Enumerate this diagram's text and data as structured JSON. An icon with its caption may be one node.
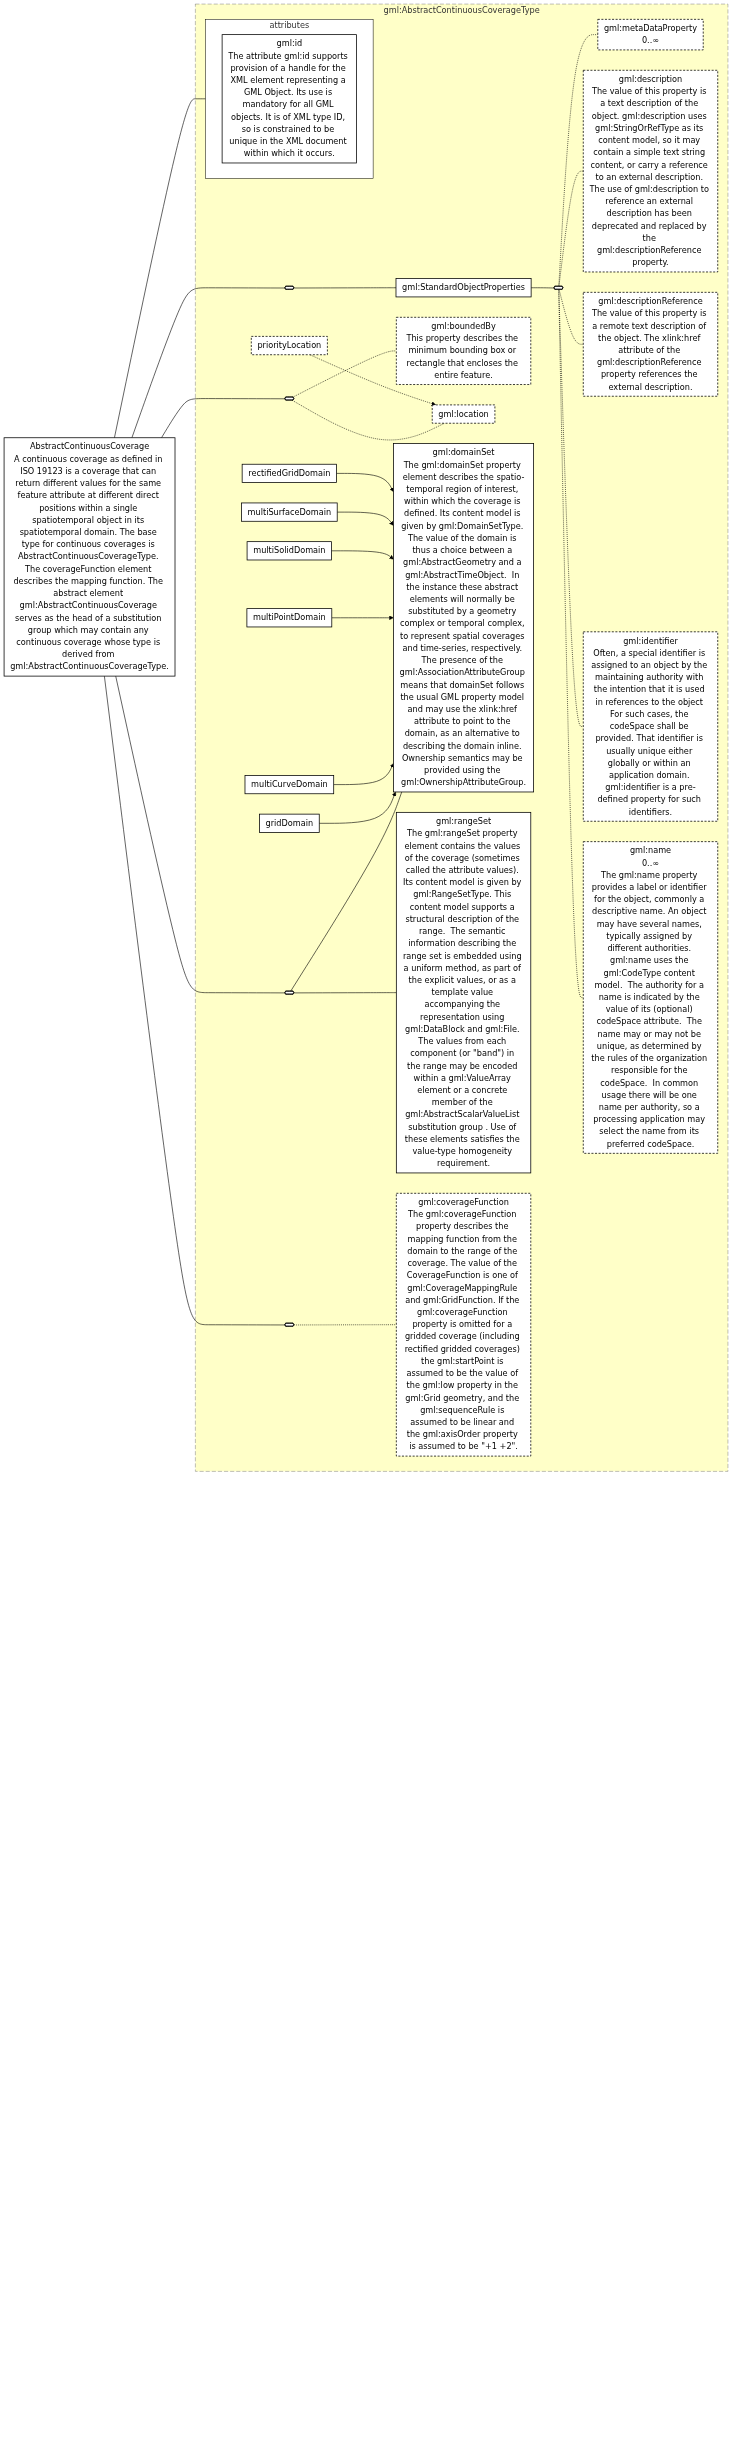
{
  "diagram": {
    "nodes": [
      {
        "text": [
          "AbstractContinuousCoverage",
          "A continuous coverage as defined in ISO 19123 is a coverage that can return different values for the same feature attribute at different direct positions within a single spatiotemporal object in its spatiotemporal domain. The base type for continuous coverages is AbstractContinuousCoverageType. The coverageFunction element describes the mapping function. The abstract element gml:AbstractContinuousCoverage serves as the head of a substitution group which may contain any continuous coverage whose type is derived from gml:AbstractContinuousCoverageType."
        ]
      },
      {
        "text": [
          "gml:AbstractContinuousCoverageType"
        ]
      },
      {
        "text": [
          "attributes"
        ],
        "in": 1
      },
      {
        "text": [
          "gml:id",
          "The attribute gml:id supports provision of a handle for the XML element representing a GML Object. Its use is mandatory for all GML objects. It is of XML type ID, so is constrained to be unique in the XML document within which it occurs."
        ],
        "in": 2
      },
      {
        "text": [],
        "shape": "hexagon",
        "in": 1
      },
      {
        "text": [
          "gml:StandardObjectProperties"
        ],
        "in": 1
      },
      {
        "text": [],
        "shape": "hexagon",
        "in": 1
      },
      {
        "text": [
          "gml:metaDataProperty",
          "0..∞"
        ],
        "in": 1
      },
      {
        "text": [
          "gml:description",
          "The value of this property is a text description of the object. gml:description uses gml:StringOrRefType as its content model, so it may contain a simple text string content, or carry a reference to an external description. The use of gml:description to reference an external description has been deprecated and replaced by the gml:descriptionReference property."
        ],
        "in": 1
      },
      {
        "text": [
          "gml:descriptionReference",
          "The value of this property is a remote text description of the object. The xlink:href attribute of the gml:descriptionReference property references the external description."
        ],
        "in": 1
      },
      {
        "text": [
          "gml:identifier",
          "Often, a special identifier is assigned to an object by the maintaining authority with the intention that it is used in references to the object For such cases, the codeSpace shall be provided. That identifier is usually unique either globally or within an application domain. gml:identifier is a pre-defined property for such identifiers."
        ],
        "in": 1
      },
      {
        "text": [
          "gml:name",
          "0..∞",
          "The gml:name property provides a label or identifier for the object, commonly a descriptive name. An object may have several names, typically assigned by different authorities. gml:name uses the gml:CodeType content model.  The authority for a name is indicated by the value of its (optional) codeSpace attribute.  The name may or may not be unique, as determined by the rules of the organization responsible for the codeSpace.  In common usage there will be one name per authority, so a processing application may select the name from its preferred codeSpace."
        ],
        "in": 1
      },
      {
        "text": [],
        "shape": "hexagon",
        "in": 1
      },
      {
        "text": [
          "gml:boundedBy",
          "This property describes the minimum bounding box or rectangle that encloses the entire feature."
        ],
        "in": 1
      },
      {
        "text": [
          "gml:location"
        ],
        "in": 1
      },
      {
        "text": [
          "priorityLocation"
        ],
        "in": 1
      },
      {
        "text": [],
        "shape": "hexagon",
        "in": 1
      },
      {
        "text": [
          "gml:domainSet",
          "The gml:domainSet property element describes the spatio-temporal region of interest, within which the coverage is defined. Its content model is given by gml:DomainSetType. The value of the domain is thus a choice between a gml:AbstractGeometry and a gml:AbstractTimeObject.  In the instance these abstract elements will normally be substituted by a geometry complex or temporal complex, to represent spatial coverages and time-series, respectively. The presence of the gml:AssociationAttributeGroup means that domainSet follows the usual GML property model and may use the xlink:href attribute to point to the domain, as an alternative to describing the domain inline. Ownership semantics may be provided using the gml:OwnershipAttributeGroup."
        ],
        "in": 1
      },
      {
        "text": [
          "gridDomain"
        ],
        "in": 1
      },
      {
        "text": [
          "multiCurveDomain"
        ],
        "in": 1
      },
      {
        "text": [
          "multiPointDomain"
        ],
        "in": 1
      },
      {
        "text": [
          "multiSolidDomain"
        ],
        "in": 1
      },
      {
        "text": [
          "multiSurfaceDomain"
        ],
        "in": 1
      },
      {
        "text": [
          "rectifiedGridDomain"
        ],
        "in": 1
      },
      {
        "text": [
          "gml:rangeSet",
          "The gml:rangeSet property element contains the values of the coverage (sometimes called the attribute values). Its content model is given by gml:RangeSetType. This content model supports a structural description of the range.  The semantic information describing the range set is embedded using a uniform method, as part of the explicit values, or as a template value accompanying the representation using gml:DataBlock and gml:File. The values from each component (or \"band\") in the range may be encoded within a gml:ValueArray element or a concrete member of the gml:AbstractScalarValueList substitution group . Use of these elements satisfies the value-type homogeneity requirement."
        ],
        "in": 1
      },
      {
        "text": [],
        "shape": "hexagon",
        "in": 1
      },
      {
        "text": [
          "gml:coverageFunction",
          "The gml:coverageFunction property describes the mapping function from the domain to the range of the coverage. The value of the CoverageFunction is one of gml:CoverageMappingRule and gml:GridFunction. If the gml:coverageFunction property is omitted for a gridded coverage (including rectified gridded coverages) the gml:startPoint is assumed to be the value of the gml:low property in the gml:Grid geometry, and the gml:sequenceRule is assumed to be linear and the gml:axisOrder property is assumed to be \"+1 +2\"."
        ],
        "in": 1
      }
    ],
    "edges": [
      {
        "from": 0,
        "to": 2,
        "arrow": "none"
      },
      {
        "from": 0,
        "to": 4,
        "arrow": "none"
      },
      {
        "from": 4,
        "to": 5,
        "arrow": "none"
      },
      {
        "from": 5,
        "to": 6,
        "arrow": "none"
      },
      {
        "from": 6,
        "to": 7,
        "arrow": "none",
        "style": "dashed"
      },
      {
        "from": 6,
        "to": 8,
        "arrow": "none",
        "style": "dashed"
      },
      {
        "from": 6,
        "to": 9,
        "arrow": "none",
        "style": "dashed"
      },
      {
        "from": 6,
        "to": 10,
        "arrow": "none",
        "style": "dashed"
      },
      {
        "from": 6,
        "to": 11,
        "arrow": "none",
        "style": "dashed"
      },
      {
        "from": 0,
        "to": 12,
        "arrow": "none"
      },
      {
        "from": 12,
        "to": 13,
        "arrow": "none",
        "style": "dashed"
      },
      {
        "from": 12,
        "to": 14,
        "arrow": "none",
        "style": "dashed"
      },
      {
        "from": 15,
        "to": 14,
        "arrow": "to",
        "style": "dashed"
      },
      {
        "from": 0,
        "to": 16,
        "arrow": "none"
      },
      {
        "from": 16,
        "to": 17,
        "arrow": "none"
      },
      {
        "from": 18,
        "to": 17,
        "arrow": "to"
      },
      {
        "from": 19,
        "to": 17,
        "arrow": "to"
      },
      {
        "from": 20,
        "to": 17,
        "arrow": "to"
      },
      {
        "from": 21,
        "to": 17,
        "arrow": "to"
      },
      {
        "from": 22,
        "to": 17,
        "arrow": "to"
      },
      {
        "from": 23,
        "to": 17,
        "arrow": "to"
      },
      {
        "from": 16,
        "to": 24,
        "arrow": "none"
      },
      {
        "from": 0,
        "to": 25,
        "arrow": "none"
      },
      {
        "from": 25,
        "to": 26,
        "arrow": "none",
        "style": "dashed"
      }
    ]
  }
}
